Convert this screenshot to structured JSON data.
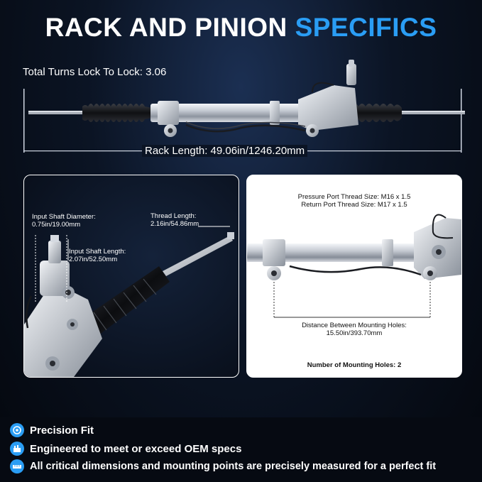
{
  "title": {
    "part1": "RACK AND PINION",
    "part2": "SPECIFICS"
  },
  "top": {
    "turns_label": "Total Turns Lock To Lock: 3.06",
    "rack_length_label": "Rack Length: 49.06in/1246.20mm"
  },
  "left_panel": {
    "input_shaft_diameter": [
      "Input Shaft Diameter:",
      "0.75in/19.00mm"
    ],
    "input_shaft_length": [
      "Input Shaft Length:",
      "2.07in/52.50mm"
    ],
    "thread_length": [
      "Thread Length:",
      "2.16in/54.86mm"
    ]
  },
  "right_panel": {
    "pressure_port": "Pressure Port Thread Size: M16 x 1.5",
    "return_port": "Return Port Thread Size: M17 x 1.5",
    "mounting_distance": [
      "Distance Between Mounting Holes:",
      "15.50in/393.70mm"
    ],
    "mounting_holes": "Number of Mounting Holes: 2"
  },
  "features": [
    {
      "icon": "precision-target-icon",
      "text": "Precision Fit"
    },
    {
      "icon": "gear-factory-icon",
      "text": "Engineered to meet or exceed OEM specs"
    },
    {
      "icon": "ruler-measure-icon",
      "text": "All critical dimensions and mounting points are precisely measured for a perfect fit"
    }
  ],
  "colors": {
    "accent": "#2a9df4",
    "background": "#05080f",
    "text": "#ffffff"
  }
}
